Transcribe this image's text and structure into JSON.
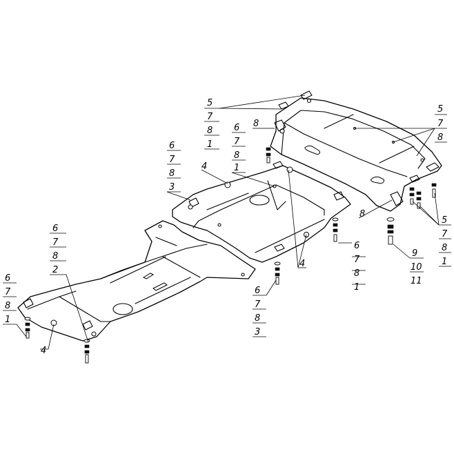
{
  "callouts": {
    "top_left": [
      "5",
      "7",
      "8",
      "1"
    ],
    "right_top": [
      "5",
      "7",
      "8"
    ],
    "bolt_8_top": "8",
    "mid_upper": [
      "6",
      "7",
      "8",
      "1"
    ],
    "left_upper": [
      "6",
      "7",
      "8",
      "3"
    ],
    "label_4_upper": "4",
    "bolt_8_lower": "8",
    "right_lower": [
      "5",
      "7",
      "8",
      "1"
    ],
    "mid_right_col": [
      "6",
      "7",
      "8",
      "1"
    ],
    "far_right_col": [
      "9",
      "10",
      "11"
    ],
    "label_4_center": "4",
    "left_mid": [
      "6",
      "7",
      "8",
      "2"
    ],
    "left_far": [
      "6",
      "7",
      "8",
      "1"
    ],
    "bottom_center": [
      "6",
      "7",
      "8",
      "3"
    ],
    "label_4_lower": "4"
  }
}
